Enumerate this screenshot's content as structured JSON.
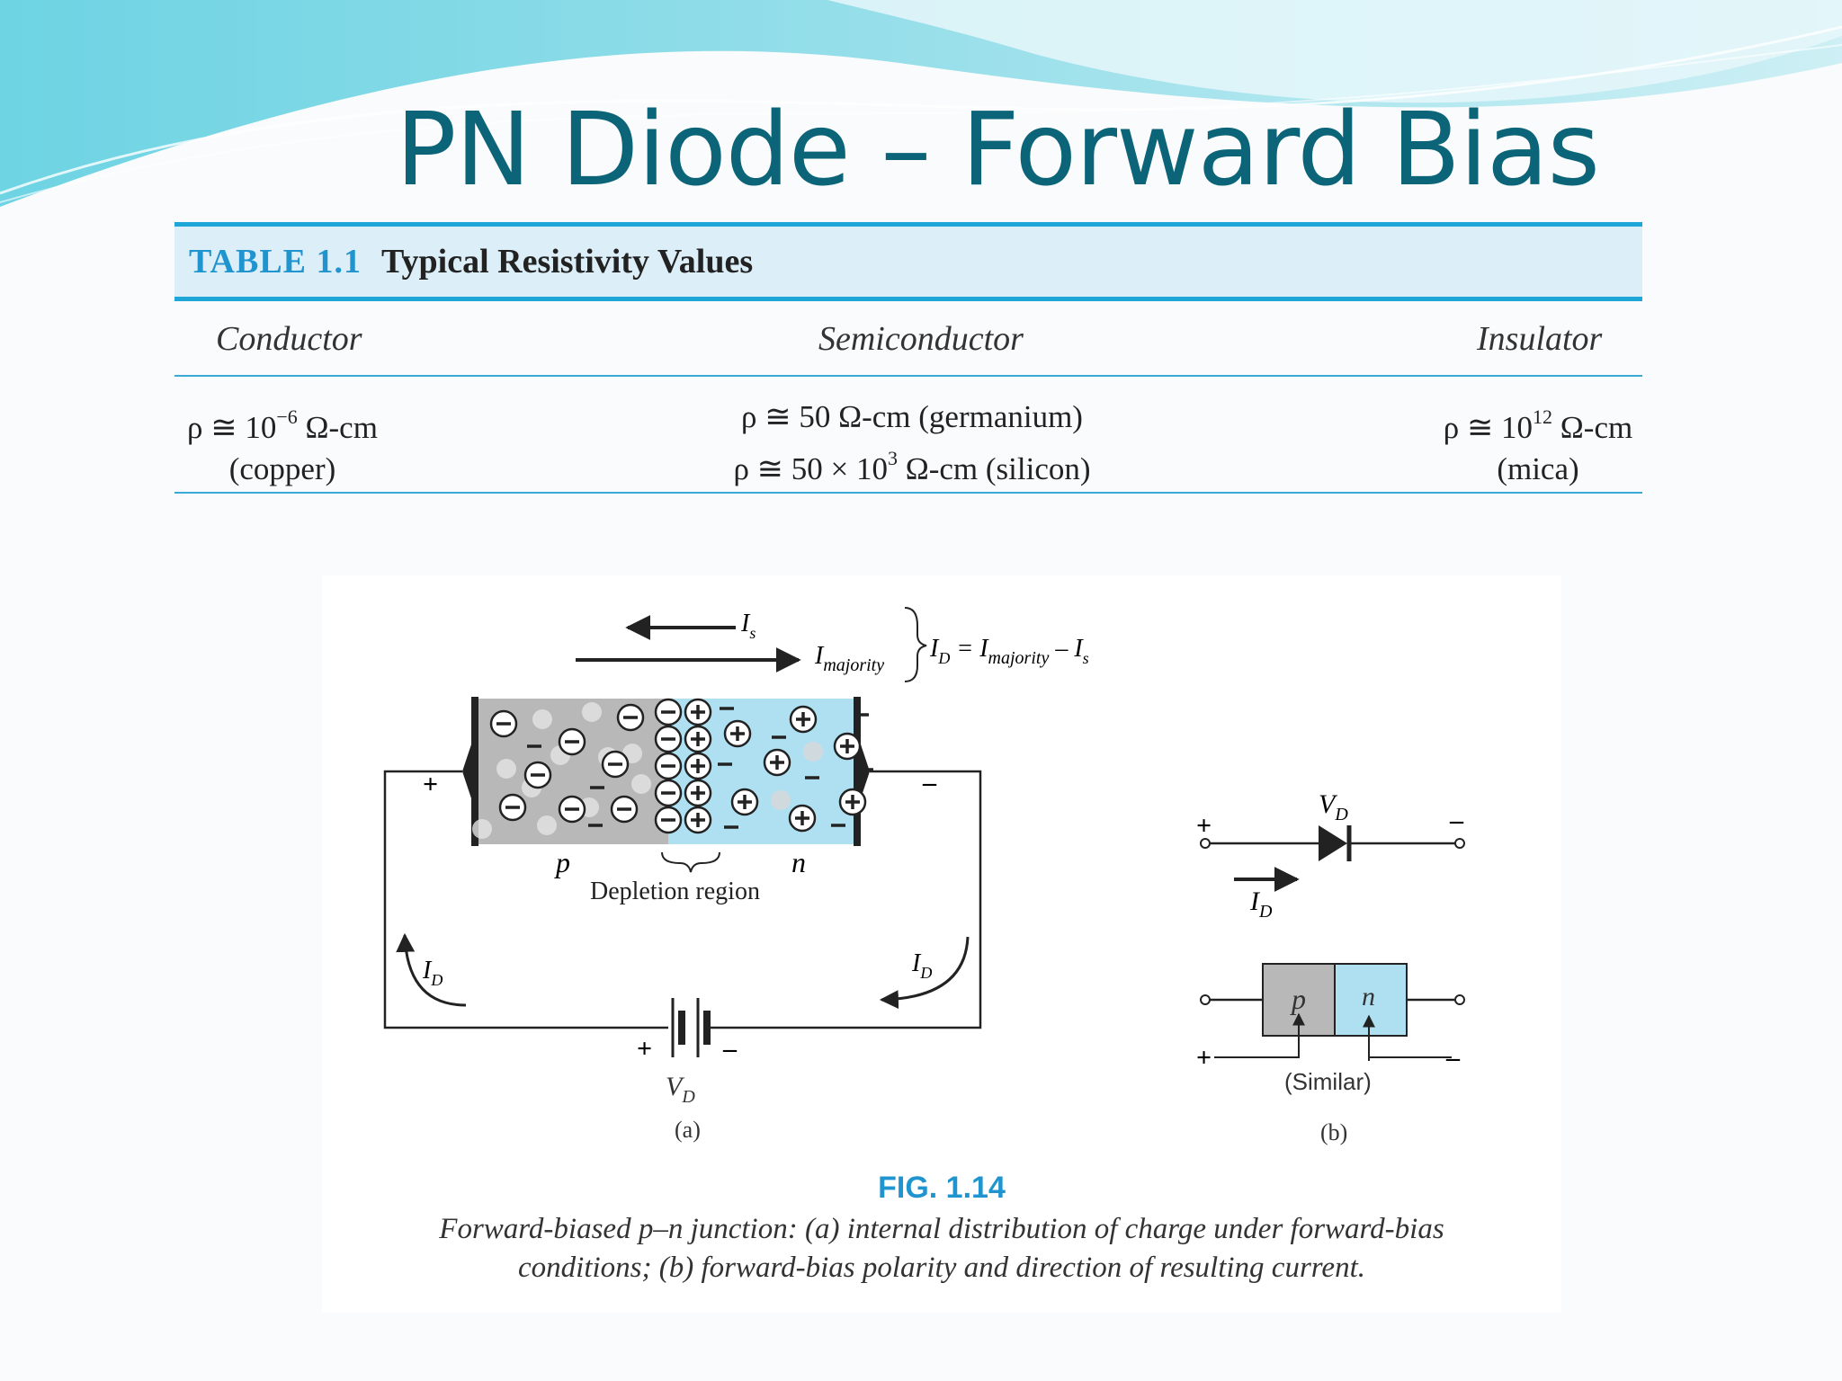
{
  "title": "PN Diode – Forward Bias",
  "table": {
    "number": "TABLE 1.1",
    "name": "Typical Resistivity Values",
    "headers": [
      "Conductor",
      "Semiconductor",
      "Insulator"
    ],
    "conductor": {
      "line1_prefix": "ρ ≅ 10",
      "line1_exp": "−6",
      "line1_unit": " Ω-cm",
      "line2": "(copper)"
    },
    "semiconductor": {
      "line1": "ρ ≅ 50 Ω-cm (germanium)",
      "line2_prefix": "ρ ≅ 50 × 10",
      "line2_exp": "3",
      "line2_unit": " Ω-cm (silicon)"
    },
    "insulator": {
      "line1_prefix": "ρ ≅ 10",
      "line1_exp": "12",
      "line1_unit": " Ω-cm",
      "line2": "(mica)"
    }
  },
  "figure": {
    "label": "FIG. 1.14",
    "caption_line1": "Forward-biased p–n junction: (a) internal distribution of charge under forward-bias",
    "caption_line2": "conditions; (b) forward-bias polarity and direction of resulting current.",
    "panel_a": {
      "is_label": "I",
      "is_sub": "s",
      "imajority_label": "I",
      "imajority_sub": "majority",
      "eq_id": "I",
      "eq_id_sub": "D",
      "eq_rest": " = I",
      "eq_rest_sub": "majority",
      "eq_tail": " – I",
      "eq_tail_sub": "s",
      "p_label": "p",
      "n_label": "n",
      "depletion_label": "Depletion region",
      "id_label": "I",
      "id_sub": "D",
      "vd_label": "V",
      "vd_sub": "D",
      "plus": "+",
      "minus": "–",
      "panel_label": "(a)"
    },
    "panel_b": {
      "vd_label": "V",
      "vd_sub": "D",
      "id_label": "I",
      "id_sub": "D",
      "p_label": "p",
      "n_label": "n",
      "similar_label": "(Similar)",
      "plus": "+",
      "minus": "–",
      "panel_label": "(b)"
    },
    "colors": {
      "p_region": "#b8b8b8",
      "n_region": "#aee0f2",
      "accent": "#2094cf"
    }
  }
}
